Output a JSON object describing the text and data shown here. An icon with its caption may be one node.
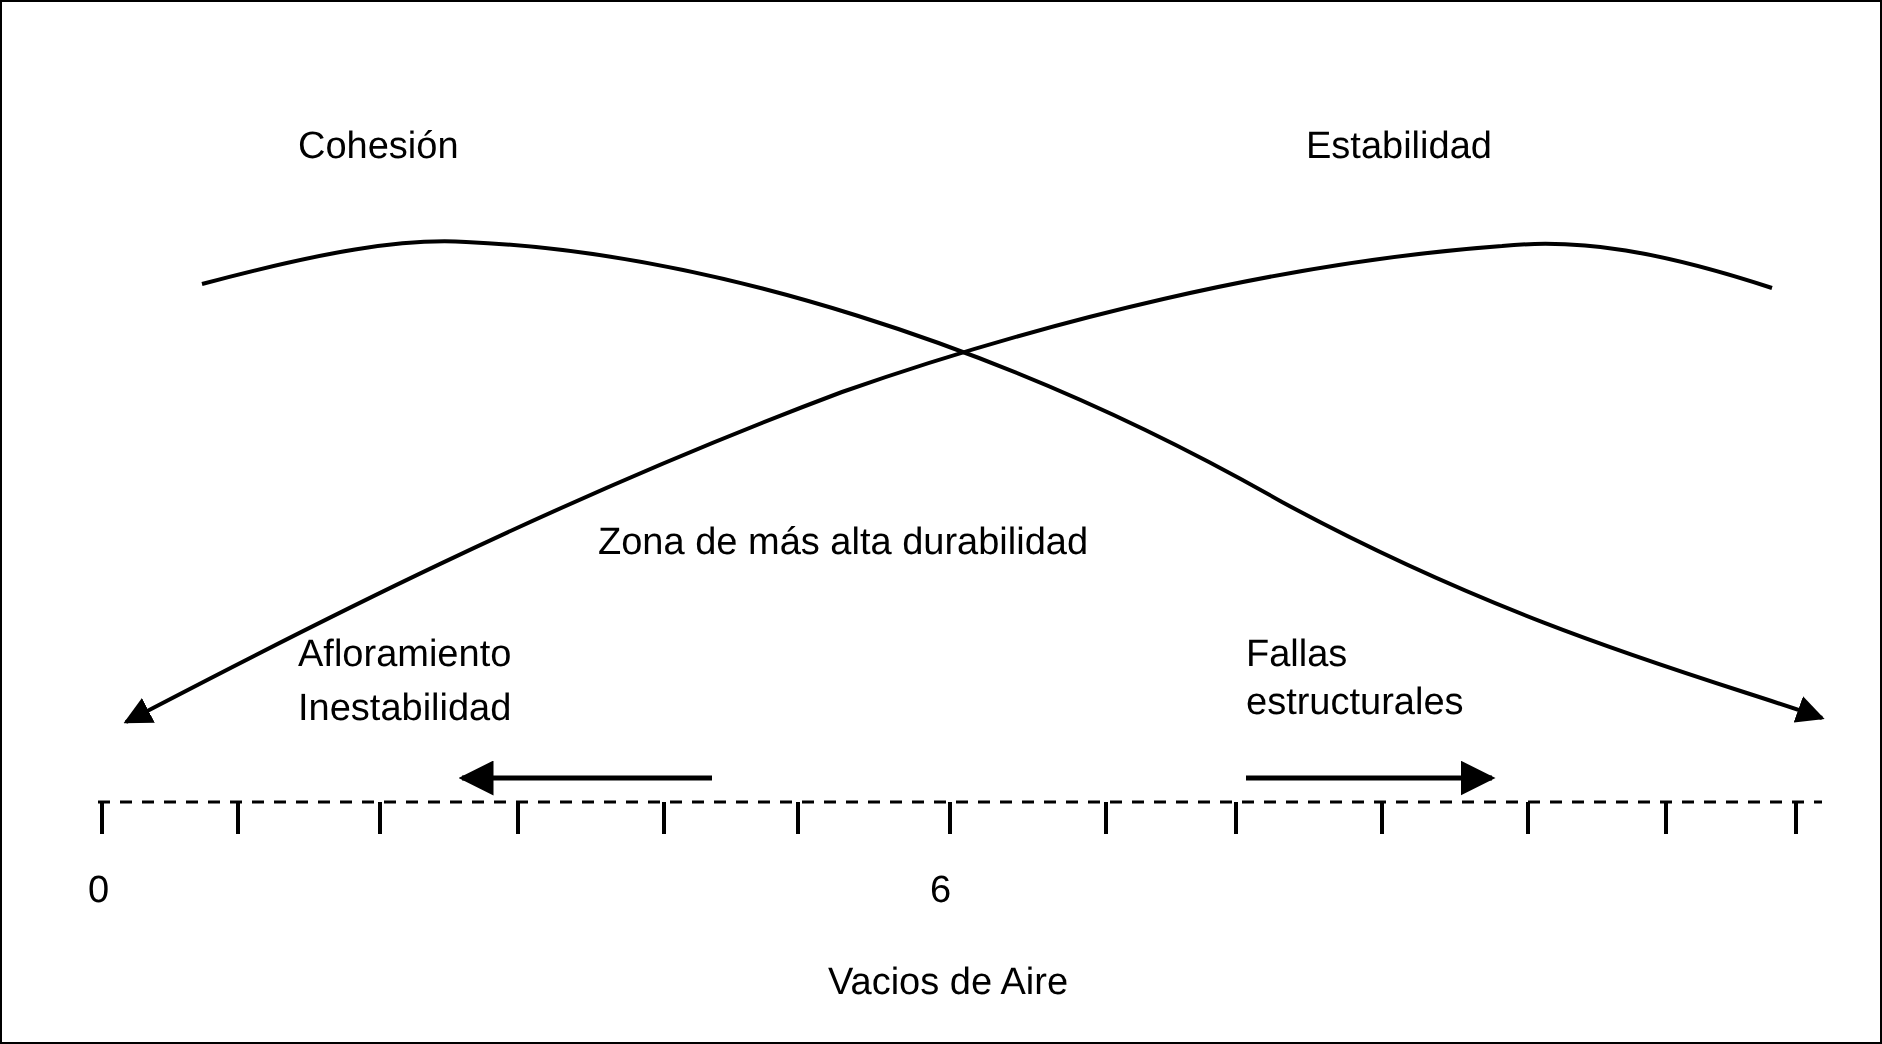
{
  "diagram": {
    "labels": [
      "Cohesión",
      "Estabilidad",
      "Zona de más alta durabilidad",
      "Afloramiento",
      "Inestabilidad",
      "Fallas estructurales",
      "0",
      "6",
      "Vacios de Aire"
    ]
  }
}
